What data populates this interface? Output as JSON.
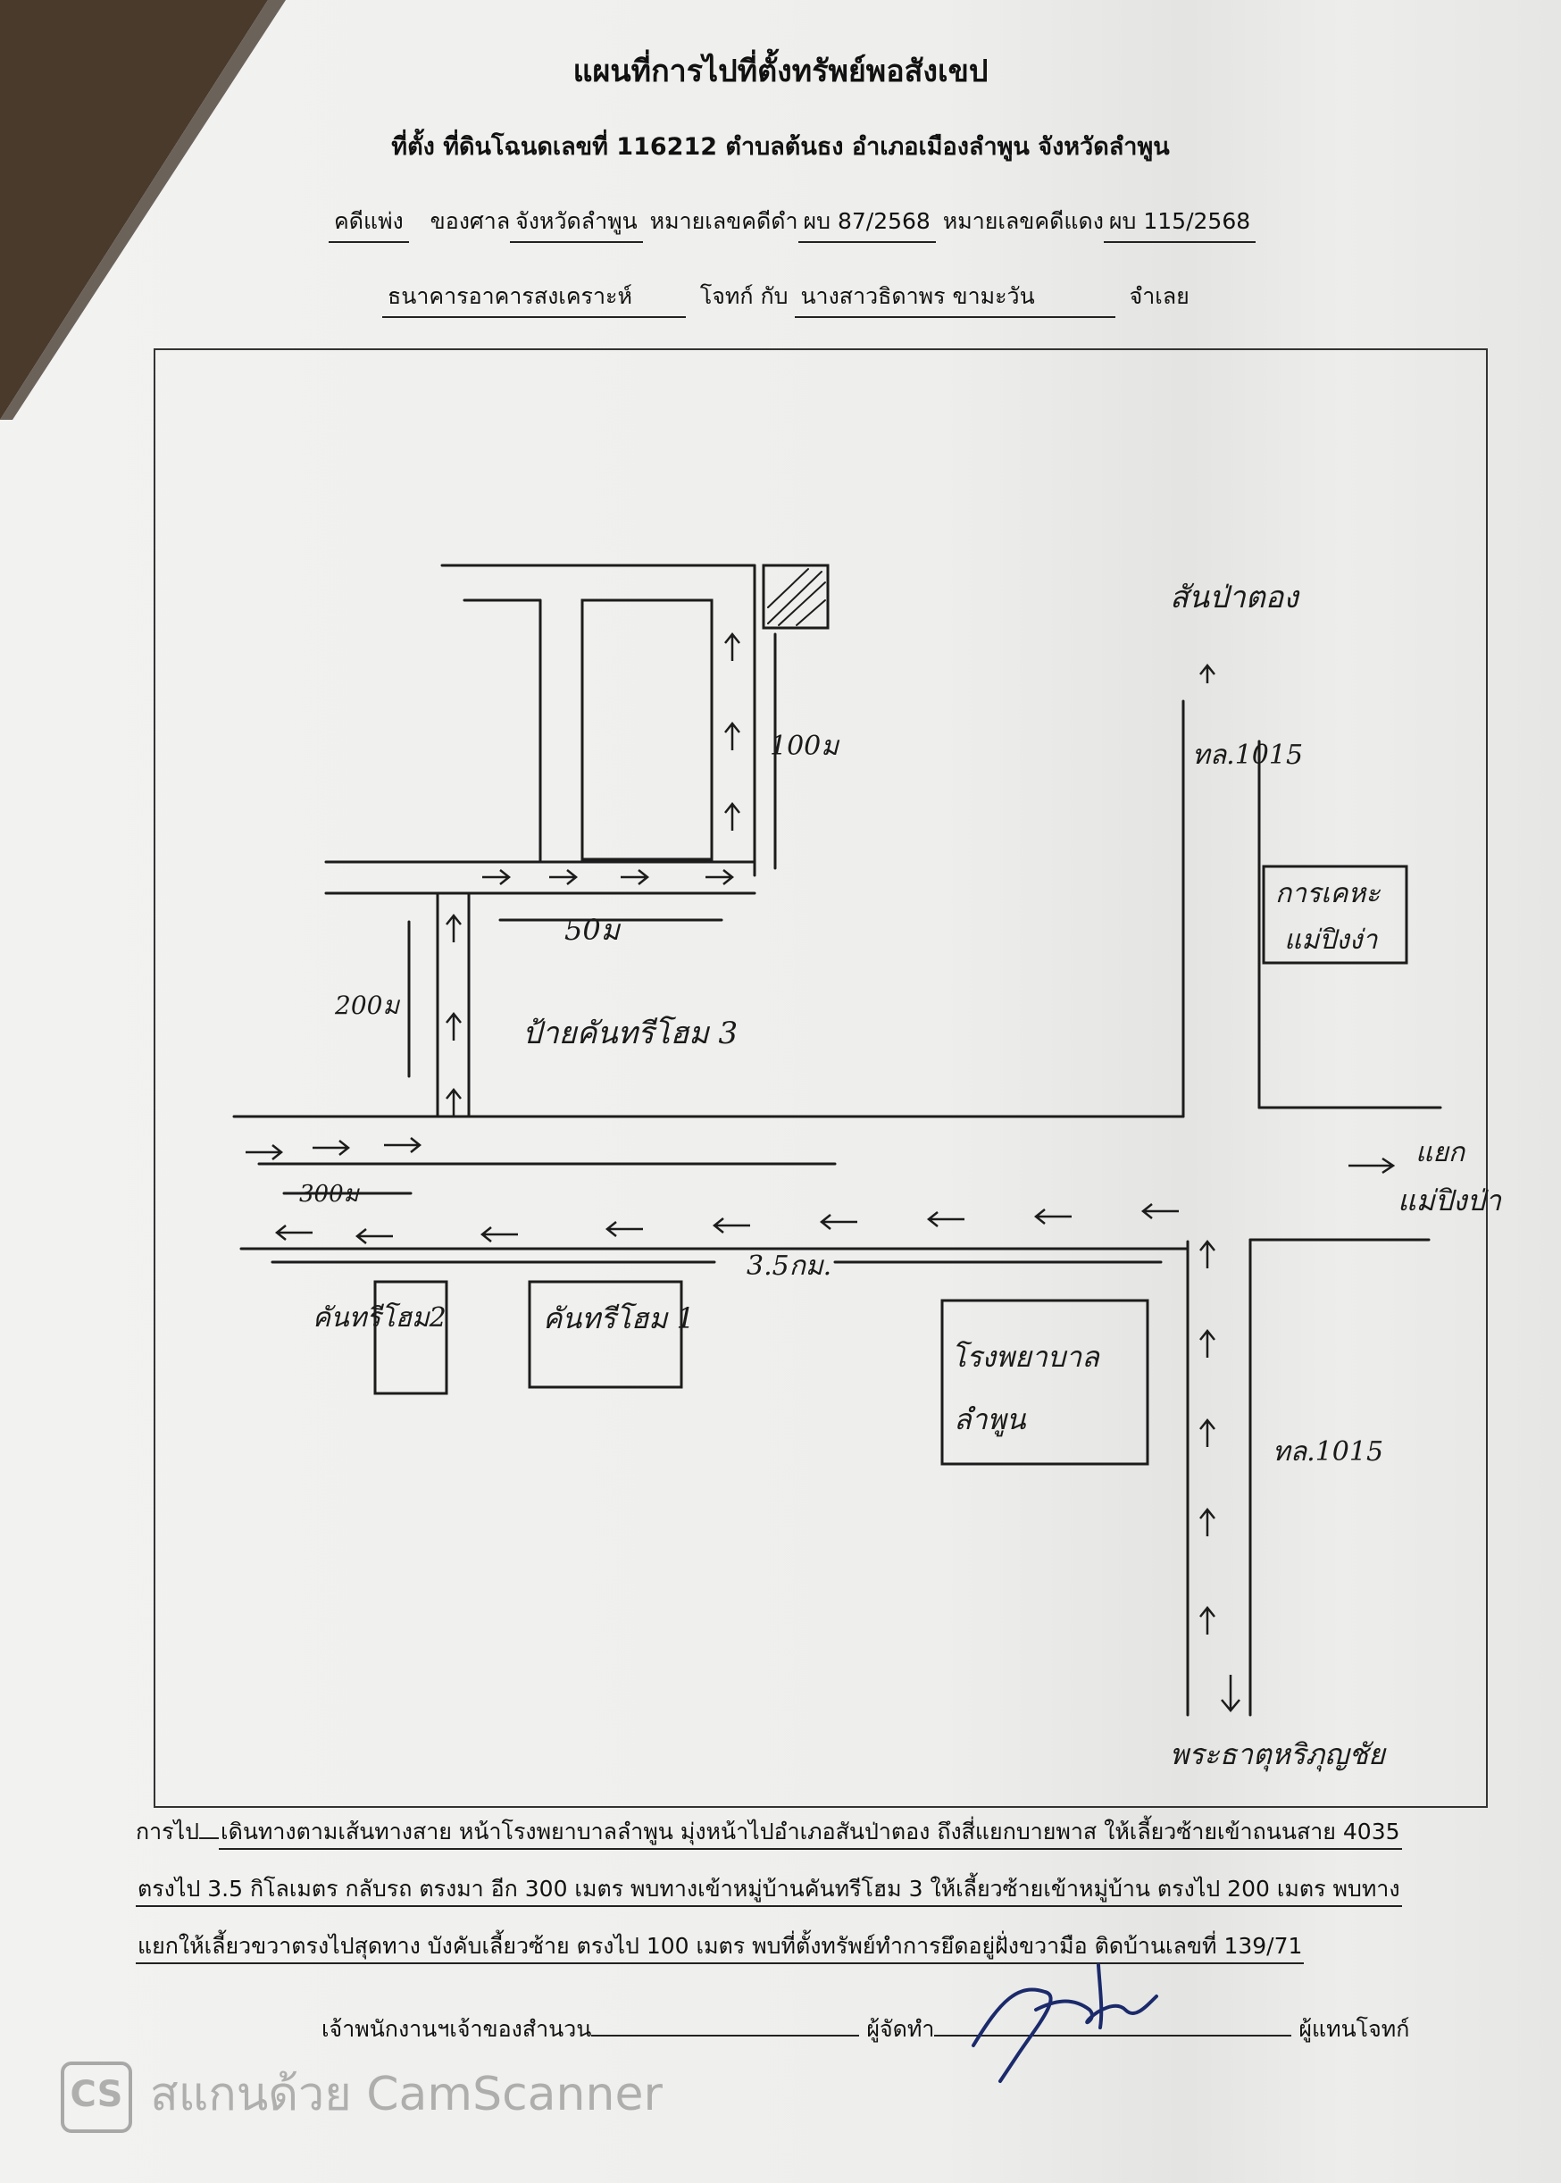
{
  "document": {
    "title": "แผนที่การไปที่ตั้งทรัพย์พอสังเขป",
    "location_line": "ที่ตั้ง ที่ดินโฉนดเลขที่ 116212  ตำบลต้นธง  อำเภอเมืองลำพูน  จังหวัดลำพูน",
    "case": {
      "label_case": "คดีแพ่ง",
      "label_court": "ของศาล",
      "court": "จังหวัดลำพูน",
      "label_black": "หมายเลขคดีดำ",
      "black_no": "ผบ 87/2568",
      "label_red": "หมายเลขคดีแดง",
      "red_no": "ผบ 115/2568"
    },
    "parties": {
      "plaintiff": "ธนาคารอาคารสงเคราะห์",
      "label_plaintiff": "โจทก์",
      "label_with": "กับ",
      "defendant": "นางสาวธิดาพร  ขามะวัน",
      "label_defendant": "จำเลย"
    }
  },
  "map": {
    "labels": {
      "road_top": "สันป่าตอง",
      "road_1015_top": "ทล.1015",
      "dept_1": "การเคหะ",
      "dept_2": "แม่ปิงง่า",
      "junction_1": "แยก",
      "junction_2": "แม่ปิงป่า",
      "dist_100": "100ม",
      "dist_50": "50ม",
      "dist_200": "200ม",
      "sign": "ป้ายคันทรีโฮม 3",
      "dist_300": "300ม",
      "dist_35": "3.5กม.",
      "village_2": "คันทรีโฮม2",
      "village_1": "คันทรีโฮม 1",
      "hospital_1": "โรงพยาบาล",
      "hospital_2": "ลำพูน",
      "road_1015_bottom": "ทล.1015",
      "road_bottom": "พระธาตุหริภุญชัย"
    }
  },
  "directions": {
    "label": "การไป",
    "line1": "เดินทางตามเส้นทางสาย หน้าโรงพยาบาลลำพูน มุ่งหน้าไปอำเภอสันป่าตอง ถึงสี่แยกบายพาส ให้เลี้ยวซ้ายเข้าถนนสาย 4035",
    "line2": "ตรงไป 3.5 กิโลเมตร กลับรถ ตรงมา อีก 300 เมตร พบทางเข้าหมู่บ้านคันทรีโฮม 3  ให้เลี้ยวซ้ายเข้าหมู่บ้าน ตรงไป 200 เมตร พบทาง",
    "line3": "แยกให้เลี้ยวขวาตรงไปสุดทาง บังคับเลี้ยวซ้าย ตรงไป 100 เมตร พบที่ตั้งทรัพย์ทำการยึดอยู่ฝั่งขวามือ ติดบ้านเลขที่ 139/71"
  },
  "signatures": {
    "officer": "เจ้าพนักงานฯเจ้าของสำนวน",
    "maker": "ผู้จัดทำ",
    "representative": "ผู้แทนโจทก์"
  },
  "watermark": {
    "logo": "CS",
    "text": "สแกนด้วย CamScanner"
  }
}
